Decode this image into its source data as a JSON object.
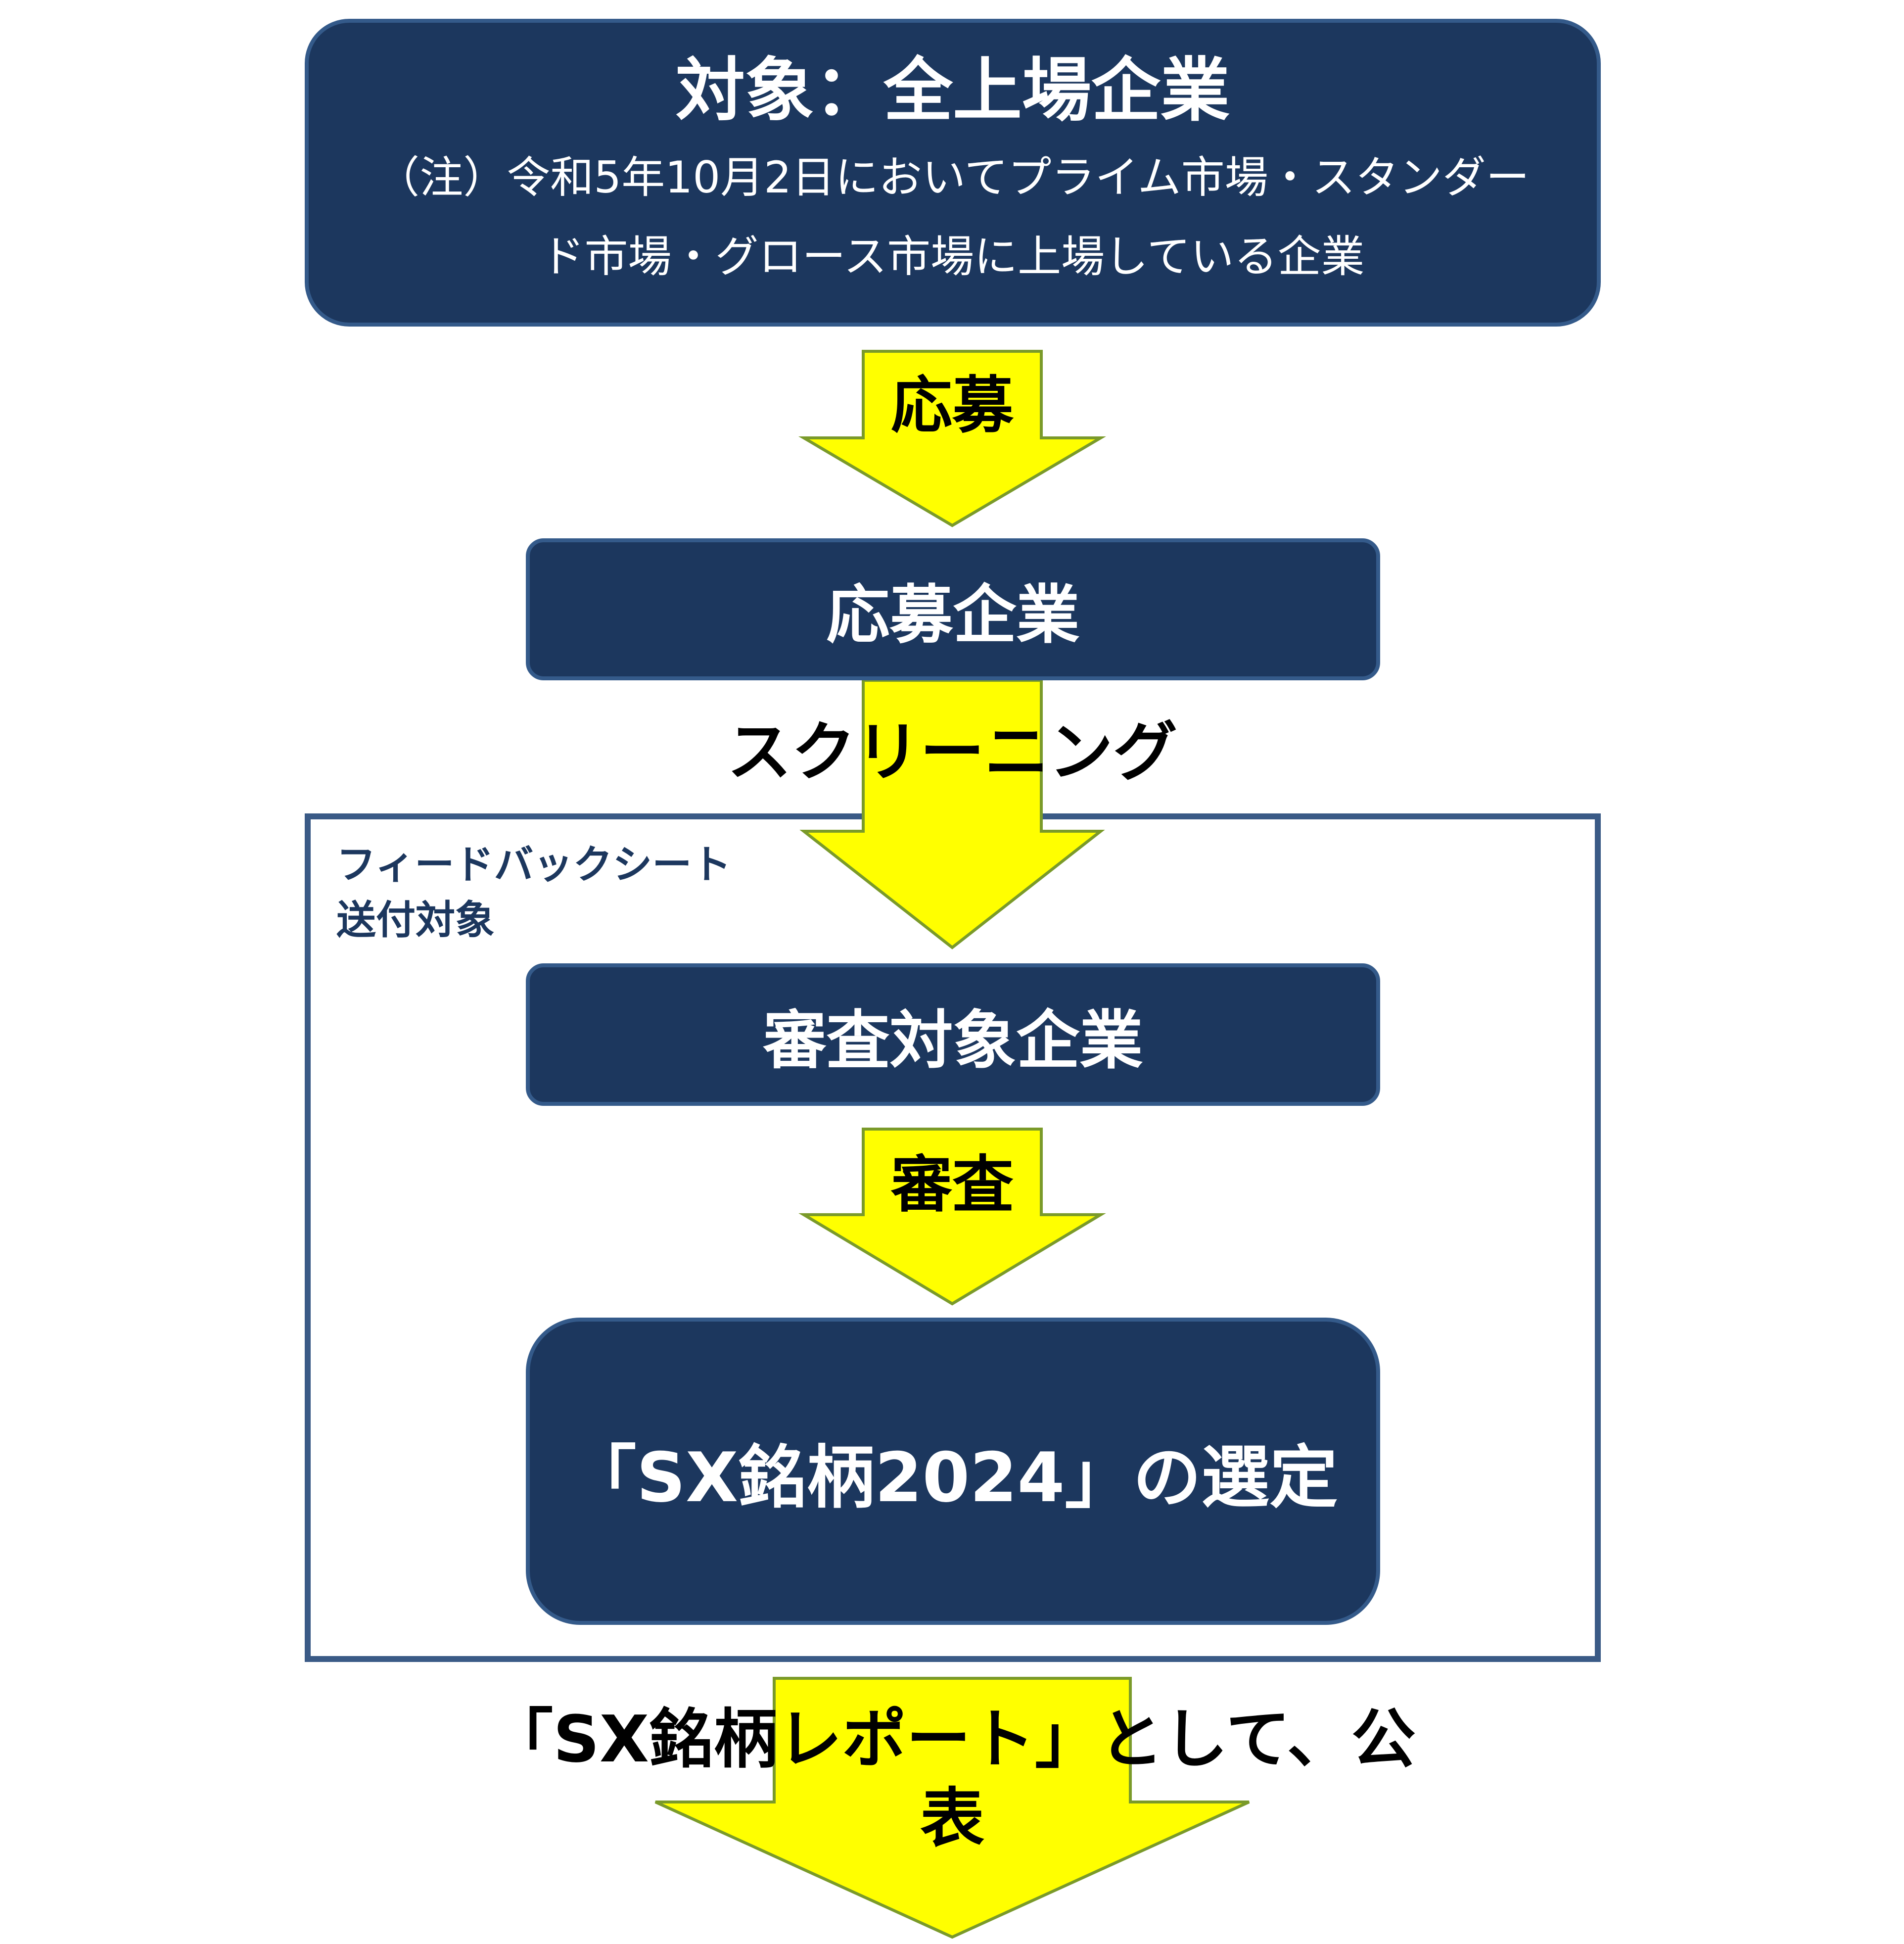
{
  "top_box": {
    "title": "対象：全上場企業",
    "note": "（注）令和5年10月2日においてプライム市場・スタンダード市場・グロース市場に上場している企業"
  },
  "arrows": {
    "apply": "応募",
    "screening": "スクリーニング",
    "review": "審査",
    "publish": "「SX銘柄レポート」として、公表"
  },
  "boxes": {
    "applicants": "応募企業",
    "review_targets": "審査対象企業",
    "selection": "「SX銘柄2024」の選定"
  },
  "feedback_frame": {
    "label": "フィードバックシート\n送付対象"
  },
  "colors": {
    "box_fill": "#1c375e",
    "box_border": "#345a8a",
    "arrow_fill": "#ffff00",
    "arrow_stroke": "#7a9a2a",
    "frame_border": "#3a5a86"
  }
}
